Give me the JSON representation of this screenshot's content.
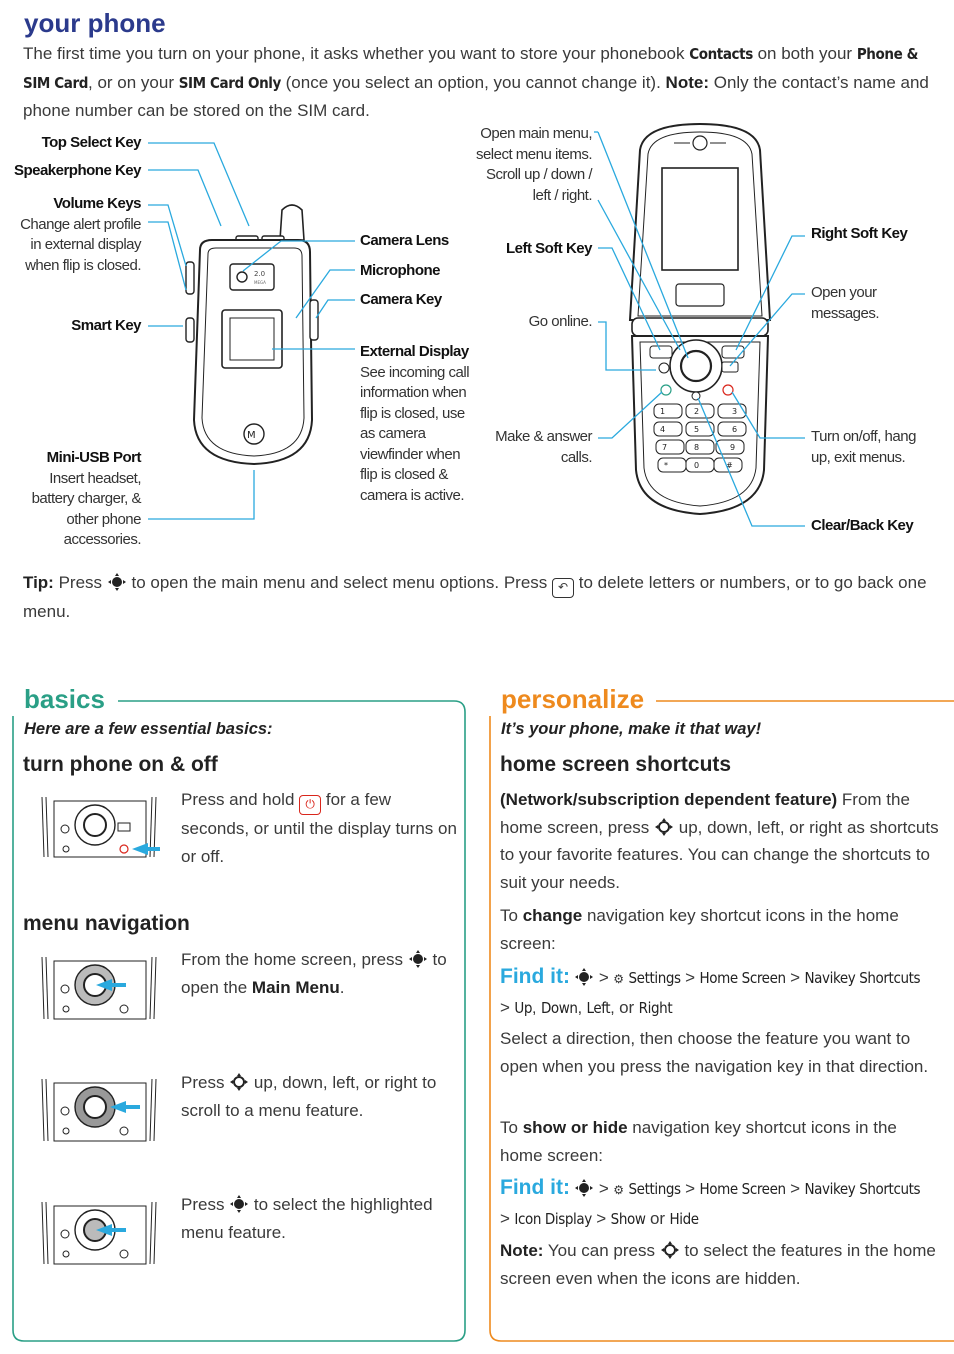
{
  "header": {
    "title": "your phone",
    "intro_1": "The first time you turn on your phone, it asks whether you want to store your phonebook ",
    "intro_contacts": "Contacts",
    "intro_2": " on both your ",
    "intro_phone_sim": "Phone & SIM Card",
    "intro_3": ", or on your ",
    "intro_sim_only": "SIM Card Only",
    "intro_4": " (once you select an option, you cannot change it). ",
    "intro_note": "Note:",
    "intro_5": " Only the contact’s name and phone number can be stored on the SIM card."
  },
  "left_labels": {
    "top_select_key": "Top Select Key",
    "speakerphone_key": "Speakerphone Key",
    "volume_keys": "Volume Keys",
    "volume_desc": "Change alert profile in external display when flip is closed.",
    "smart_key": "Smart Key",
    "mini_usb": "Mini-USB Port",
    "mini_usb_desc": "Insert headset, battery charger, & other phone accessories."
  },
  "mid_labels": {
    "camera_lens": "Camera Lens",
    "microphone": "Microphone",
    "camera_key": "Camera Key",
    "external_display": "External Display",
    "external_display_desc": "See incoming call information when flip is closed, use as camera viewfinder when flip is closed & camera is active."
  },
  "open_phone_labels": {
    "open_menu": "Open main menu, select menu items. Scroll up / down / left / right.",
    "left_soft_key": "Left Soft Key",
    "go_online": "Go online.",
    "make_answer": "Make & answer calls.",
    "right_soft_key": "Right Soft Key",
    "open_messages": "Open your messages.",
    "turn_on_off": "Turn on/off, hang up, exit menus.",
    "clear_back": "Clear/Back Key"
  },
  "tip": {
    "label": "Tip:",
    "part1": " Press ",
    "part2": " to open the main menu and select menu options. Press ",
    "part3": " to delete letters or numbers, or to go back one menu."
  },
  "basics": {
    "title": "basics",
    "subtitle": "Here are a few essential basics:",
    "onoff_head": "turn phone on & off",
    "onoff_1": "Press and hold ",
    "onoff_2": " for a few seconds, or until the display turns on or off.",
    "menu_head": "menu navigation",
    "menu_1a": "From the home screen, press ",
    "menu_1b": " to open the ",
    "menu_1c": "Main Menu",
    "menu_1d": ".",
    "menu_2a": "Press ",
    "menu_2b": " up, down, left, or right to scroll to a menu feature.",
    "menu_3a": "Press ",
    "menu_3b": " to select the highlighted menu feature."
  },
  "personalize": {
    "title": "personalize",
    "subtitle": "It’s your phone, make it that way!",
    "shortcuts_head": "home screen shortcuts",
    "p1_bold": "(Network/subscription dependent feature)",
    "p1_a": " From the home screen, press ",
    "p1_b": " up, down, left, or right as shortcuts to your favorite features. You can change the shortcuts to suit your needs.",
    "p2_a": "To ",
    "p2_bold": "change",
    "p2_b": " navigation key shortcut icons in the home screen:",
    "find_it": "Find it:",
    "gt": ">",
    "settings": "Settings",
    "home_screen": "Home Screen",
    "navikey": "Navikey Shortcuts",
    "up": "Up",
    "down": "Down",
    "left": "Left",
    "or": "or",
    "right": "Right",
    "p3": "Select a direction, then choose the feature you want to open when you press the navigation key in that direction.",
    "p4_a": "To ",
    "p4_bold": "show or hide",
    "p4_b": " navigation key shortcut icons in the home screen:",
    "icon_display": "Icon Display",
    "show": "Show",
    "hide": "Hide",
    "note_bold": "Note:",
    "note_a": " You can press ",
    "note_b": " to select the features in the home screen even when the icons are hidden."
  },
  "icons": {
    "nav_key": "nav-key-icon",
    "power_key": "power-key-icon",
    "clear_key": "clear-key-icon",
    "settings": "settings-icon"
  },
  "colors": {
    "navy": "#2b3a8c",
    "teal": "#2a9f86",
    "orange": "#ee8a1e",
    "cyan": "#2aa9de",
    "red": "#d9261c"
  }
}
